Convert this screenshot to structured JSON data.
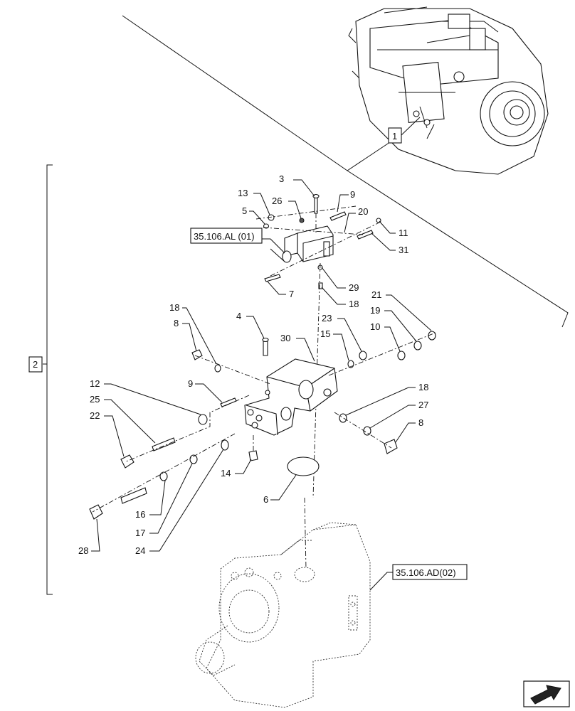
{
  "references": {
    "upper_valve": "35.106.AL (01)",
    "pump_body": "35.106.AD(02)"
  },
  "boxed_labels": {
    "assembly": "1",
    "group": "2"
  },
  "callouts": {
    "c3": "3",
    "c13": "13",
    "c26": "26",
    "c9a": "9",
    "c5": "5",
    "c20": "20",
    "c11": "11",
    "c31": "31",
    "c7": "7",
    "c29": "29",
    "c18a": "18",
    "c18b": "18",
    "c8a": "8",
    "c4": "4",
    "c30": "30",
    "c23": "23",
    "c15": "15",
    "c21": "21",
    "c19": "19",
    "c10": "10",
    "c9b": "9",
    "c12": "12",
    "c25": "25",
    "c22": "22",
    "c18c": "18",
    "c27": "27",
    "c8b": "8",
    "c14": "14",
    "c6": "6",
    "c16": "16",
    "c17": "17",
    "c24": "24",
    "c28": "28"
  },
  "icons": {
    "nav": "arrow-next-icon"
  }
}
